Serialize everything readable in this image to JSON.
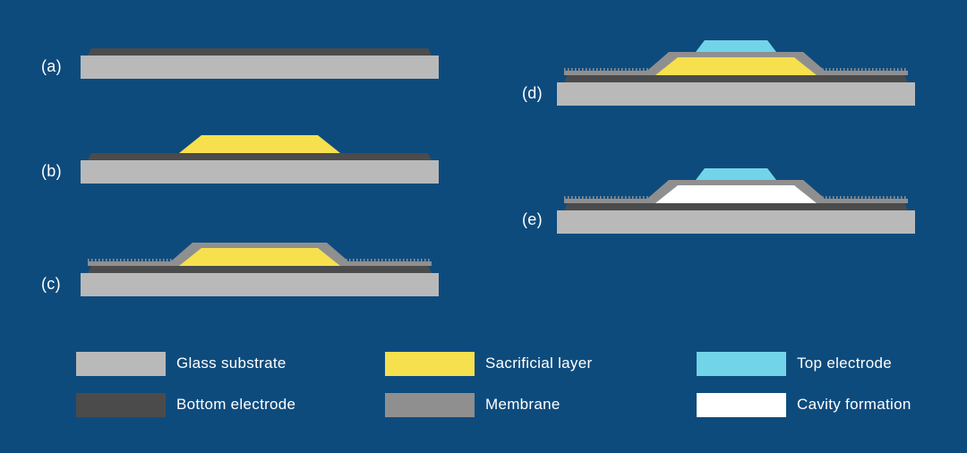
{
  "figure": {
    "steps": [
      {
        "label": "(a)",
        "layers": [
          "glass_substrate",
          "bottom_electrode"
        ]
      },
      {
        "label": "(b)",
        "layers": [
          "glass_substrate",
          "bottom_electrode",
          "sacrificial_layer"
        ]
      },
      {
        "label": "(c)",
        "layers": [
          "glass_substrate",
          "bottom_electrode",
          "sacrificial_layer",
          "membrane"
        ]
      },
      {
        "label": "(d)",
        "layers": [
          "glass_substrate",
          "bottom_electrode",
          "sacrificial_layer",
          "membrane",
          "top_electrode"
        ]
      },
      {
        "label": "(e)",
        "layers": [
          "glass_substrate",
          "bottom_electrode",
          "cavity",
          "membrane",
          "top_electrode"
        ]
      }
    ]
  },
  "legend": {
    "items": [
      {
        "key": "glass_substrate",
        "label": "Glass substrate"
      },
      {
        "key": "bottom_electrode",
        "label": "Bottom electrode"
      },
      {
        "key": "sacrificial_layer",
        "label": "Sacrificial layer"
      },
      {
        "key": "membrane",
        "label": "Membrane"
      },
      {
        "key": "top_electrode",
        "label": "Top electrode"
      },
      {
        "key": "cavity",
        "label": "Cavity formation"
      }
    ]
  },
  "colors": {
    "background": "#0e4b7d",
    "glass_substrate": "#b9b9b9",
    "bottom_electrode": "#4b4b4b",
    "sacrificial_layer": "#f6e04e",
    "membrane": "#8f8f8f",
    "top_electrode": "#72d4e8",
    "cavity": "#ffffff",
    "text": "#ffffff"
  }
}
